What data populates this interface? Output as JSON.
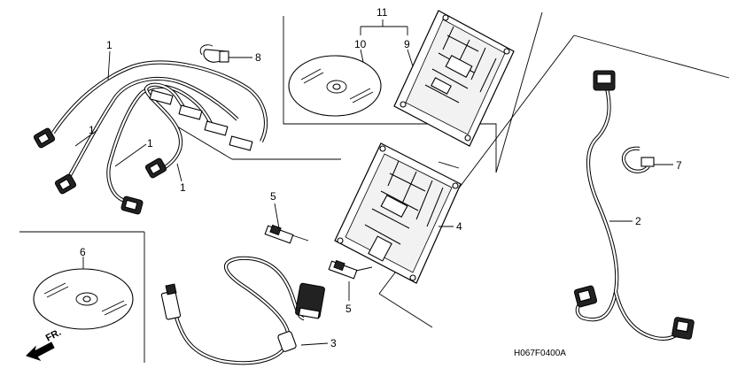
{
  "callouts": {
    "n1a": "1",
    "n1b": "1",
    "n1c": "1",
    "n1d": "1",
    "n2": "2",
    "n3": "3",
    "n4": "4",
    "n5a": "5",
    "n5b": "5",
    "n6": "6",
    "n7": "7",
    "n8": "8",
    "n9": "9",
    "n10": "10",
    "n11": "11"
  },
  "front_label": "FR.",
  "diagram_code": "H067F0400A"
}
